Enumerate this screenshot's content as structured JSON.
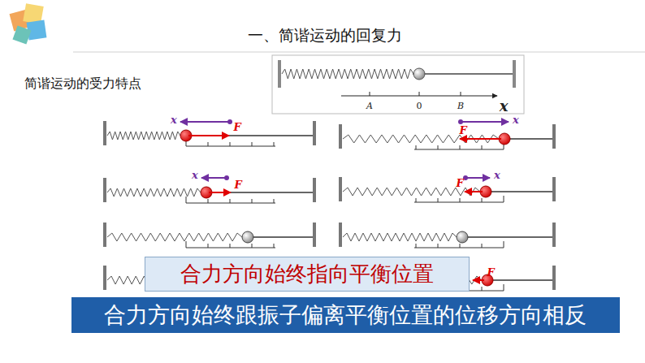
{
  "diagram": {
    "title": "一、简谐运动的回复力",
    "nodes": [
      {
        "text": [
          "合力方向始终指向平衡位置"
        ]
      },
      {
        "text": [
          "合力方向始终跟振子偏离平衡位置的位移方向相反"
        ]
      }
    ],
    "labels": [
      "简谐运动的受力特点",
      "A",
      "0",
      "B",
      "x",
      "x",
      "F",
      "x",
      "F",
      "F",
      "x",
      "x",
      "F",
      "F"
    ]
  }
}
